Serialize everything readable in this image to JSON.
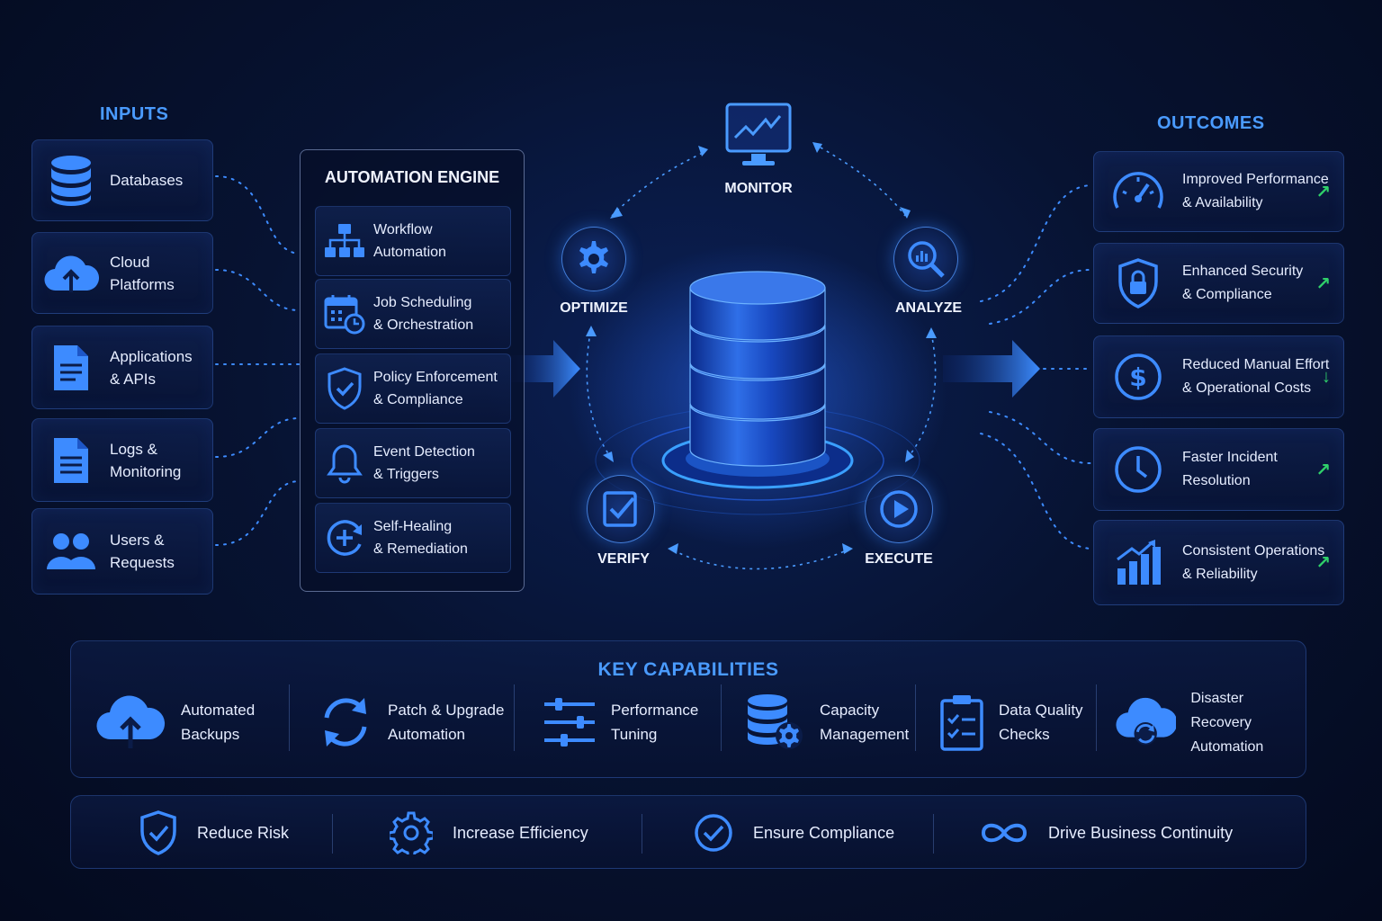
{
  "inputs": {
    "title": "INPUTS",
    "items": [
      {
        "label": "Databases"
      },
      {
        "label": "Cloud\nPlatforms"
      },
      {
        "label": "Applications\n& APIs"
      },
      {
        "label": "Logs &\nMonitoring"
      },
      {
        "label": "Users &\nRequests"
      }
    ]
  },
  "engine": {
    "title": "AUTOMATION ENGINE",
    "items": [
      {
        "label": "Workflow\nAutomation"
      },
      {
        "label": "Job Scheduling\n& Orchestration"
      },
      {
        "label": "Policy Enforcement\n& Compliance"
      },
      {
        "label": "Event Detection\n& Triggers"
      },
      {
        "label": "Self-Healing\n& Remediation"
      }
    ]
  },
  "cycle": {
    "monitor": "MONITOR",
    "analyze": "ANALYZE",
    "execute": "EXECUTE",
    "verify": "VERIFY",
    "optimize": "OPTIMIZE"
  },
  "outcomes": {
    "title": "OUTCOMES",
    "items": [
      {
        "label": "Improved Performance\n& Availability",
        "trend": "↗"
      },
      {
        "label": "Enhanced Security\n& Compliance",
        "trend": "↗"
      },
      {
        "label": "Reduced Manual Effort\n& Operational Costs",
        "trend": "↓"
      },
      {
        "label": "Faster Incident\nResolution",
        "trend": "↗"
      },
      {
        "label": "Consistent Operations\n& Reliability",
        "trend": "↗"
      }
    ]
  },
  "capabilities": {
    "title": "KEY CAPABILITIES",
    "items": [
      {
        "label": "Automated\nBackups"
      },
      {
        "label": "Patch & Upgrade\nAutomation"
      },
      {
        "label": "Performance\nTuning"
      },
      {
        "label": "Capacity\nManagement"
      },
      {
        "label": "Data Quality\nChecks"
      },
      {
        "label": "Disaster Recovery\nAutomation"
      }
    ]
  },
  "values": {
    "items": [
      {
        "label": "Reduce Risk"
      },
      {
        "label": "Increase Efficiency"
      },
      {
        "label": "Ensure Compliance"
      },
      {
        "label": "Drive Business Continuity"
      }
    ]
  },
  "colors": {
    "accent": "#3d8bff",
    "trend_green": "#2fd06a",
    "heading": "#4a9bff"
  }
}
